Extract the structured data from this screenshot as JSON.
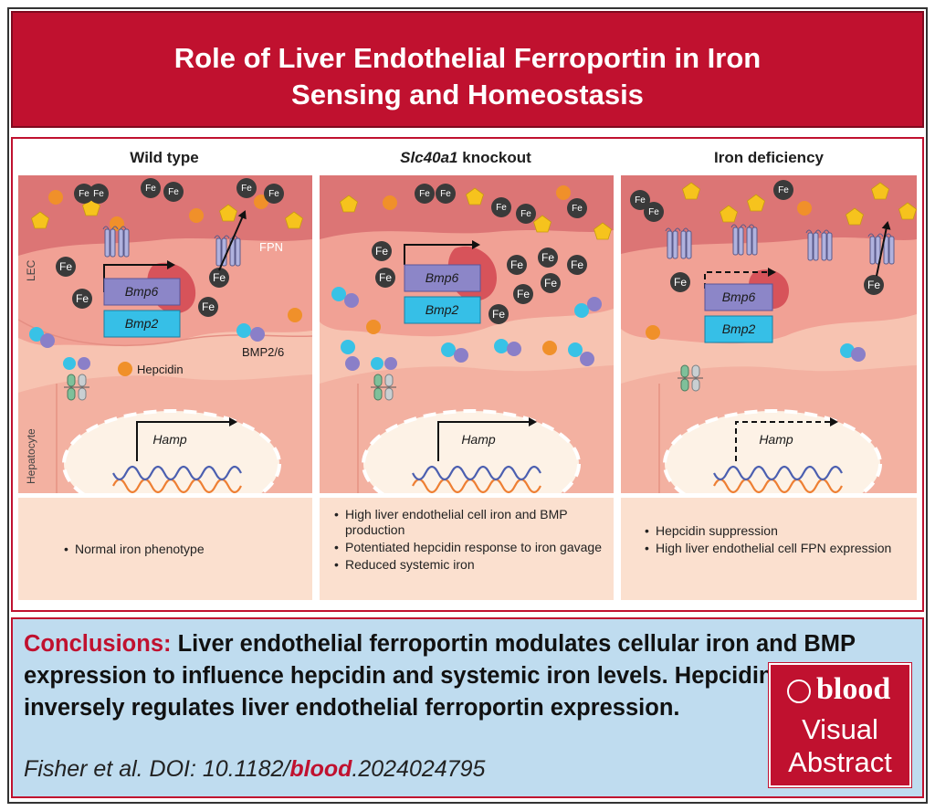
{
  "title": "Role of Liver Endothelial Ferroportin in Iron\nSensing and Homeostasis",
  "labels": {
    "fe": "Fe",
    "fpn": "FPN",
    "lec": "LEC",
    "hepatocyte": "Hepatocyte",
    "bmp6": "Bmp6",
    "bmp2": "Bmp2",
    "hamp": "Hamp",
    "legend_hepcidin": "Hepcidin",
    "legend_bmp": "BMP2/6"
  },
  "panels": [
    {
      "title_prefix": "",
      "title_italic": "",
      "title_suffix": "Wild type",
      "bullets": [
        "Normal iron phenotype"
      ]
    },
    {
      "title_prefix": "",
      "title_italic": "Slc40a1",
      "title_suffix": " knockout",
      "bullets": [
        "High liver endothelial cell iron and BMP production",
        "Potentiated hepcidin response to iron gavage",
        "Reduced systemic iron"
      ]
    },
    {
      "title_prefix": "",
      "title_italic": "",
      "title_suffix": "Iron deficiency",
      "bullets": [
        "Hepcidin suppression",
        "High liver endothelial cell FPN expression"
      ]
    }
  ],
  "conclusion": {
    "lead": "Conclusions:",
    "text": " Liver endothelial ferroportin modulates cellular iron and BMP expression to influence hepcidin and systemic iron levels. Hepcidin inversely regulates liver endothelial ferroportin expression."
  },
  "citation": {
    "prefix": "Fisher et al. DOI: 10.1182/",
    "journal": "blood",
    "suffix": ".2024024795"
  },
  "badge": {
    "logo": "blood",
    "line1": "Visual",
    "line2": "Abstract"
  },
  "colors": {
    "brand_red": "#c0112f",
    "blood_vessel": "#dc7575",
    "lec_cell": "#f1a195",
    "hepatocyte": "#f7c3b1",
    "iron_dark": "#3a3a3a",
    "hepcidin_orange": "#f0902a",
    "transferrin_yellow": "#f6c31d",
    "bmp_cyan": "#38c2e6",
    "bmp_purple": "#8a7fc8",
    "fpn_lavender": "#b0b2de",
    "bmp6_box": "#8c86c8",
    "bmp2_box": "#36bfe7",
    "dna_orange": "#ee7f33",
    "dna_blue": "#4b5fb0",
    "conclusion_bg": "#bfdcef"
  }
}
